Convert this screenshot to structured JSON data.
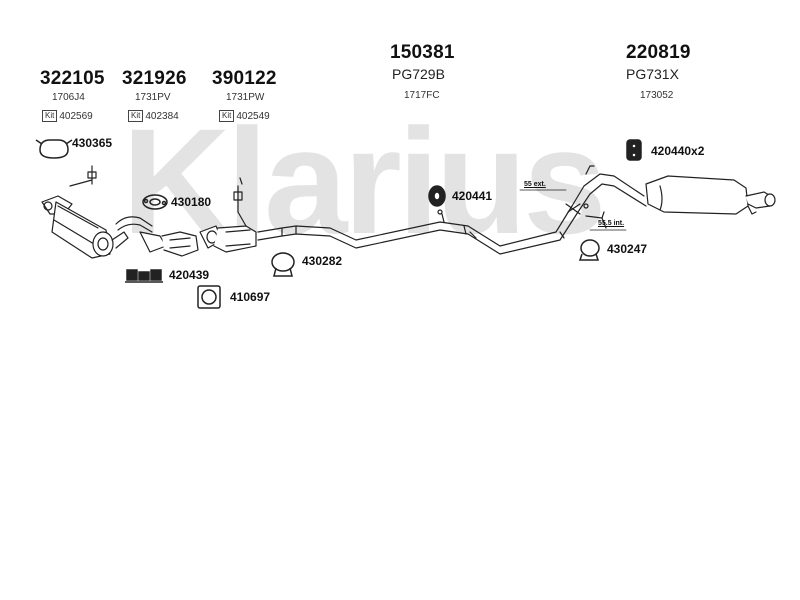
{
  "watermark": "Klarius",
  "groups": [
    {
      "part_number": "322105",
      "oe_code": "1706J4",
      "kit_label": "Kit",
      "kit_number": "402569"
    },
    {
      "part_number": "321926",
      "oe_code": "1731PV",
      "kit_label": "Kit",
      "kit_number": "402384"
    },
    {
      "part_number": "390122",
      "oe_code": "1731PW",
      "kit_label": "Kit",
      "kit_number": "402549"
    },
    {
      "part_number": "150381",
      "sub_code": "PG729B",
      "oe_code": "1717FC"
    },
    {
      "part_number": "220819",
      "sub_code": "PG731X",
      "oe_code": "173052"
    }
  ],
  "parts": [
    {
      "number": "430365",
      "icon": "clamp-icon"
    },
    {
      "number": "430180",
      "icon": "gasket-icon"
    },
    {
      "number": "420439",
      "icon": "mounting-icon"
    },
    {
      "number": "410697",
      "icon": "flange-gasket-icon"
    },
    {
      "number": "430282",
      "icon": "clamp-icon"
    },
    {
      "number": "420441",
      "icon": "rubber-mount-icon"
    },
    {
      "number": "420440x2",
      "icon": "rubber-mount-icon"
    },
    {
      "number": "430247",
      "icon": "clamp-icon"
    }
  ],
  "dimensions": {
    "ext": "55 ext.",
    "int": "55.5 int."
  },
  "colors": {
    "line": "#222222",
    "watermark": "#e3e3e3"
  }
}
